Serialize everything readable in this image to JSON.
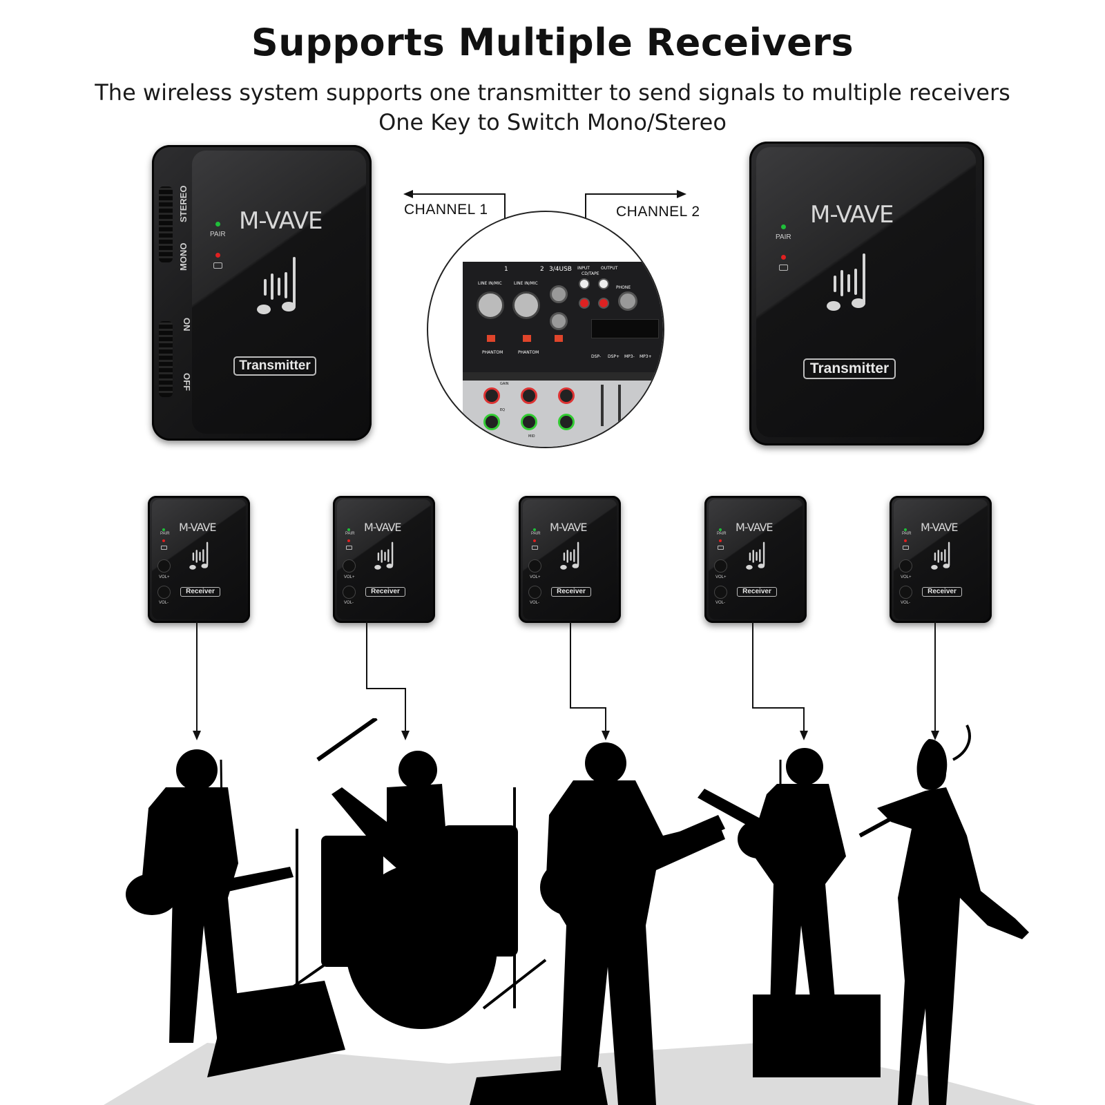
{
  "header": {
    "title": "Supports Multiple Receivers",
    "subtitle_line1": "The wireless system supports one transmitter to send signals to multiple receivers",
    "subtitle_line2": "One Key to Switch Mono/Stereo"
  },
  "transmitters": [
    {
      "brand": "M-VAVE",
      "label": "Transmitter",
      "pair_label": "PAIR",
      "switch_top": [
        "STEREO",
        "MONO"
      ],
      "switch_bottom": [
        "ON",
        "OFF"
      ]
    },
    {
      "brand": "M-VAVE",
      "label": "Transmitter",
      "pair_label": "PAIR"
    }
  ],
  "channels": {
    "left": "CHANNEL 1",
    "right": "CHANNEL 2"
  },
  "mixer": {
    "ch1": "1",
    "ch2": "2",
    "usb": "3/4USB",
    "line_in": "LINE IN/MIC",
    "phantom": "PHANTOM",
    "input": "INPUT",
    "output": "OUTPUT",
    "cd_tape": "CD/TAPE",
    "phone": "PHONE",
    "dsp_minus": "DSP-",
    "dsp_plus": "DSP+",
    "mp3_minus": "MP3-",
    "mp3_plus": "MP3+",
    "gain": "GAIN",
    "eq": "EQ",
    "mid": "MID"
  },
  "receivers": [
    {
      "brand": "M-VAVE",
      "label": "Receiver",
      "pair": "PAIR",
      "vol_up": "VOL+",
      "vol_down": "VOL-"
    },
    {
      "brand": "M-VAVE",
      "label": "Receiver",
      "pair": "PAIR",
      "vol_up": "VOL+",
      "vol_down": "VOL-"
    },
    {
      "brand": "M-VAVE",
      "label": "Receiver",
      "pair": "PAIR",
      "vol_up": "VOL+",
      "vol_down": "VOL-"
    },
    {
      "brand": "M-VAVE",
      "label": "Receiver",
      "pair": "PAIR",
      "vol_up": "VOL+",
      "vol_down": "VOL-"
    },
    {
      "brand": "M-VAVE",
      "label": "Receiver",
      "pair": "PAIR",
      "vol_up": "VOL+",
      "vol_down": "VOL-"
    }
  ],
  "colors": {
    "device_body": "#1a1a1b",
    "led_green": "#1fbf3a",
    "led_red": "#e02020",
    "silhouette": "#000000"
  }
}
